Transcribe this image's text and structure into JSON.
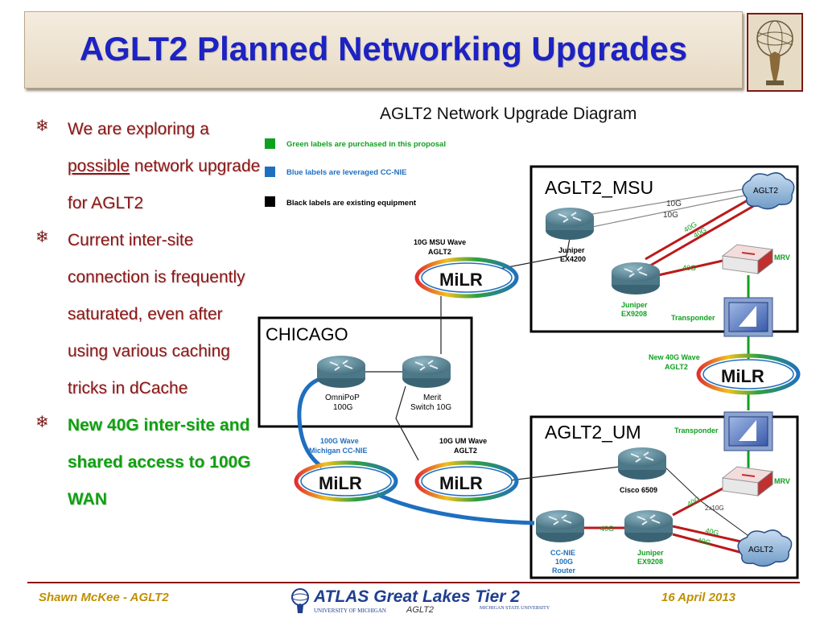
{
  "title": "AGLT2 Planned Networking Upgrades",
  "bullets": {
    "b1_part1": "We are exploring a",
    "b1_underlined": "possible",
    "b1_part2": " network upgrade for AGLT2",
    "b2": "Current inter-site connection is frequently saturated, even after using various caching tricks in  dCache",
    "b3": "New 40G inter-site and shared access to 100G WAN",
    "mark": "❄"
  },
  "diagram": {
    "title": "AGLT2 Network Upgrade Diagram",
    "legend": [
      {
        "color": "#10a020",
        "text": "Green labels are purchased in this proposal"
      },
      {
        "color": "#1f6fc0",
        "text": "Blue labels are leveraged CC-NIE"
      },
      {
        "color": "#000000",
        "text": "Black labels are existing equipment"
      }
    ],
    "sites": {
      "msu": "AGLT2_MSU",
      "chicago": "CHICAGO",
      "um": "AGLT2_UM"
    },
    "devices": {
      "msu_ex4200_l1": "Juniper",
      "msu_ex4200_l2": "EX4200",
      "msu_ex9208_l1": "Juniper",
      "msu_ex9208_l2": "EX9208",
      "omnipop_l1": "OmniPoP",
      "omnipop_l2": "100G",
      "merit_l1": "Merit",
      "merit_l2": "Switch 10G",
      "cisco": "Cisco 6509",
      "ccnie_l1": "CC-NIE",
      "ccnie_l2": "100G",
      "ccnie_l3": "Router",
      "um_ex9208_l1": "Juniper",
      "um_ex9208_l2": "EX9208",
      "msu_cloud": "AGLT2",
      "um_cloud": "AGLT2",
      "msu_mrv": "MRV",
      "um_mrv": "MRV",
      "msu_transponder": "Transponder",
      "um_transponder": "Transponder"
    },
    "waves": {
      "msu_wave_l1": "10G MSU Wave",
      "msu_wave_l2": "AGLT2",
      "new40_l1": "New 40G Wave",
      "new40_l2": "AGLT2",
      "wave100_l1": "100G Wave",
      "wave100_l2": "Michigan CC-NIE",
      "um_wave_l1": "10G UM Wave",
      "um_wave_l2": "AGLT2",
      "milr": "MiLR"
    },
    "link_labels": {
      "msu_10g_a": "10G",
      "msu_10g_b": "10G",
      "msu_40g_a": "40G",
      "msu_40g_b": "40G",
      "msu_40g_c": "40G",
      "um_40g_a": "40G",
      "um_2x10g": "2x10G",
      "um_40g_b": "40G",
      "um_40g_c": "40G",
      "um_40g_d": "40G"
    }
  },
  "footer": {
    "author": "Shawn McKee - AGLT2",
    "date": "16 April 2013",
    "brand": "ATLAS Great Lakes Tier 2",
    "brand_um": "UNIVERSITY OF MICHIGAN",
    "brand_aglt2": "AGLT2",
    "brand_msu": "MICHIGAN STATE UNIVERSITY"
  }
}
